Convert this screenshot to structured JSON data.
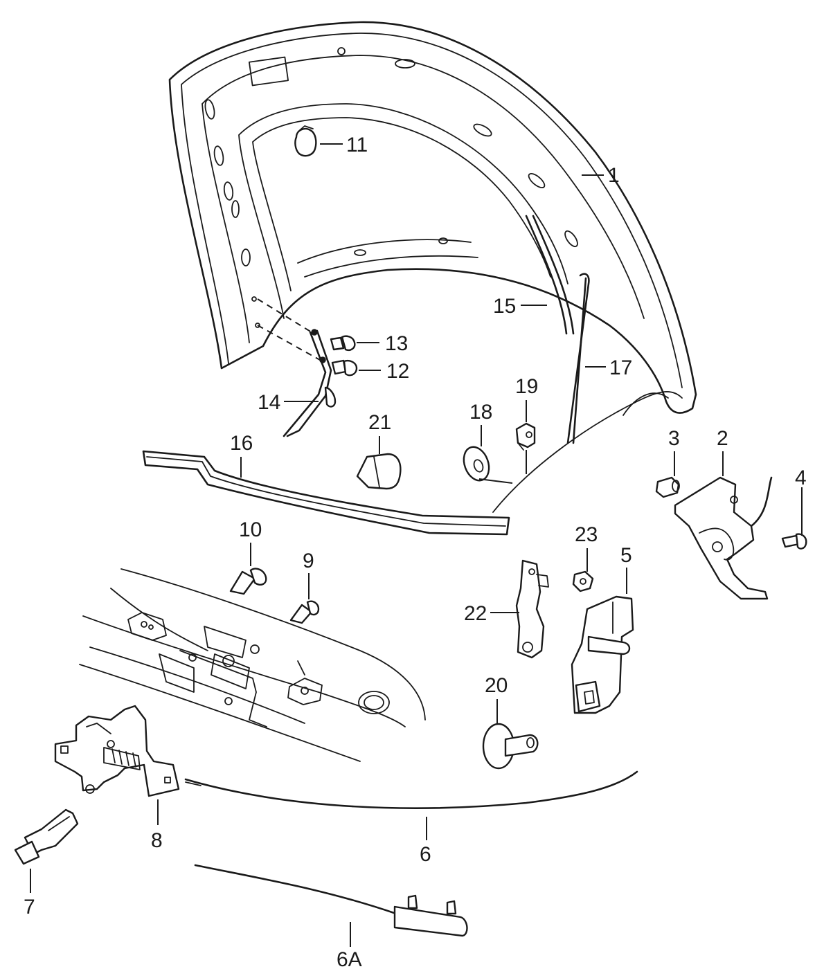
{
  "callouts": {
    "c1": "1",
    "c2": "2",
    "c3": "3",
    "c4": "4",
    "c5": "5",
    "c6": "6",
    "c6a": "6A",
    "c7": "7",
    "c8": "8",
    "c9": "9",
    "c10": "10",
    "c11": "11",
    "c12": "12",
    "c13": "13",
    "c14": "14",
    "c15": "15",
    "c16": "16",
    "c17": "17",
    "c18": "18",
    "c19": "19",
    "c20": "20",
    "c21": "21",
    "c22": "22",
    "c23": "23"
  }
}
